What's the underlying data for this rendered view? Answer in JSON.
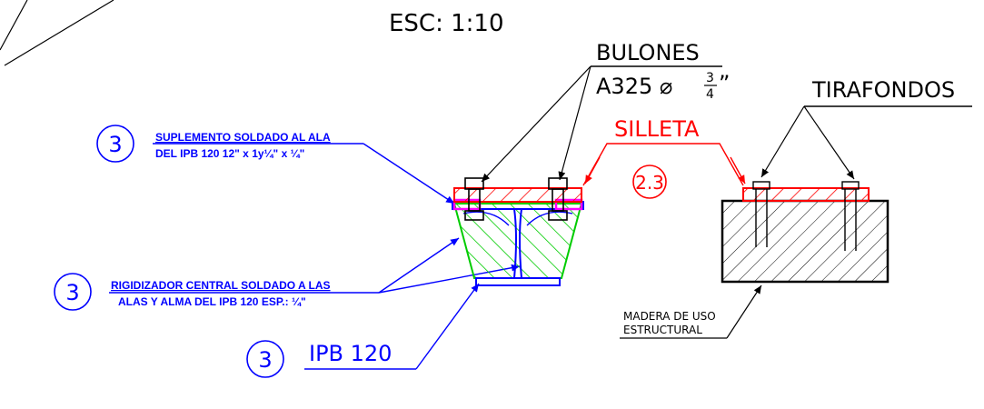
{
  "title": {
    "scale": "ESC: 1:10"
  },
  "bulones": {
    "label": "BULONES",
    "spec": "A325  ⌀  ",
    "fraction_num": "3",
    "fraction_den": "4",
    "inch_mark": "”"
  },
  "tirafondos": {
    "label": "TIRAFONDOS"
  },
  "silleta": {
    "label": "SILLETA",
    "ref": "2.3"
  },
  "callouts": [
    {
      "number": "3",
      "line1": "SUPLEMENTO SOLDADO AL ALA",
      "line2": "DEL IPB 120 12\" x 1y¼\" x ¼\""
    },
    {
      "number": "3",
      "line1": "RIGIDIZADOR CENTRAL SOLDADO A LAS",
      "line2": "ALAS Y ALMA DEL IPB 120 ESP.: ¼\""
    },
    {
      "number": "3",
      "line1": "IPB  120"
    }
  ],
  "madera": {
    "line1": "MADERA DE USO",
    "line2": "ESTRUCTURAL"
  },
  "colors": {
    "blue": "#0000ff",
    "red": "#ff0000",
    "green": "#00cc00",
    "magenta": "#ff00ff",
    "black": "#000000"
  }
}
